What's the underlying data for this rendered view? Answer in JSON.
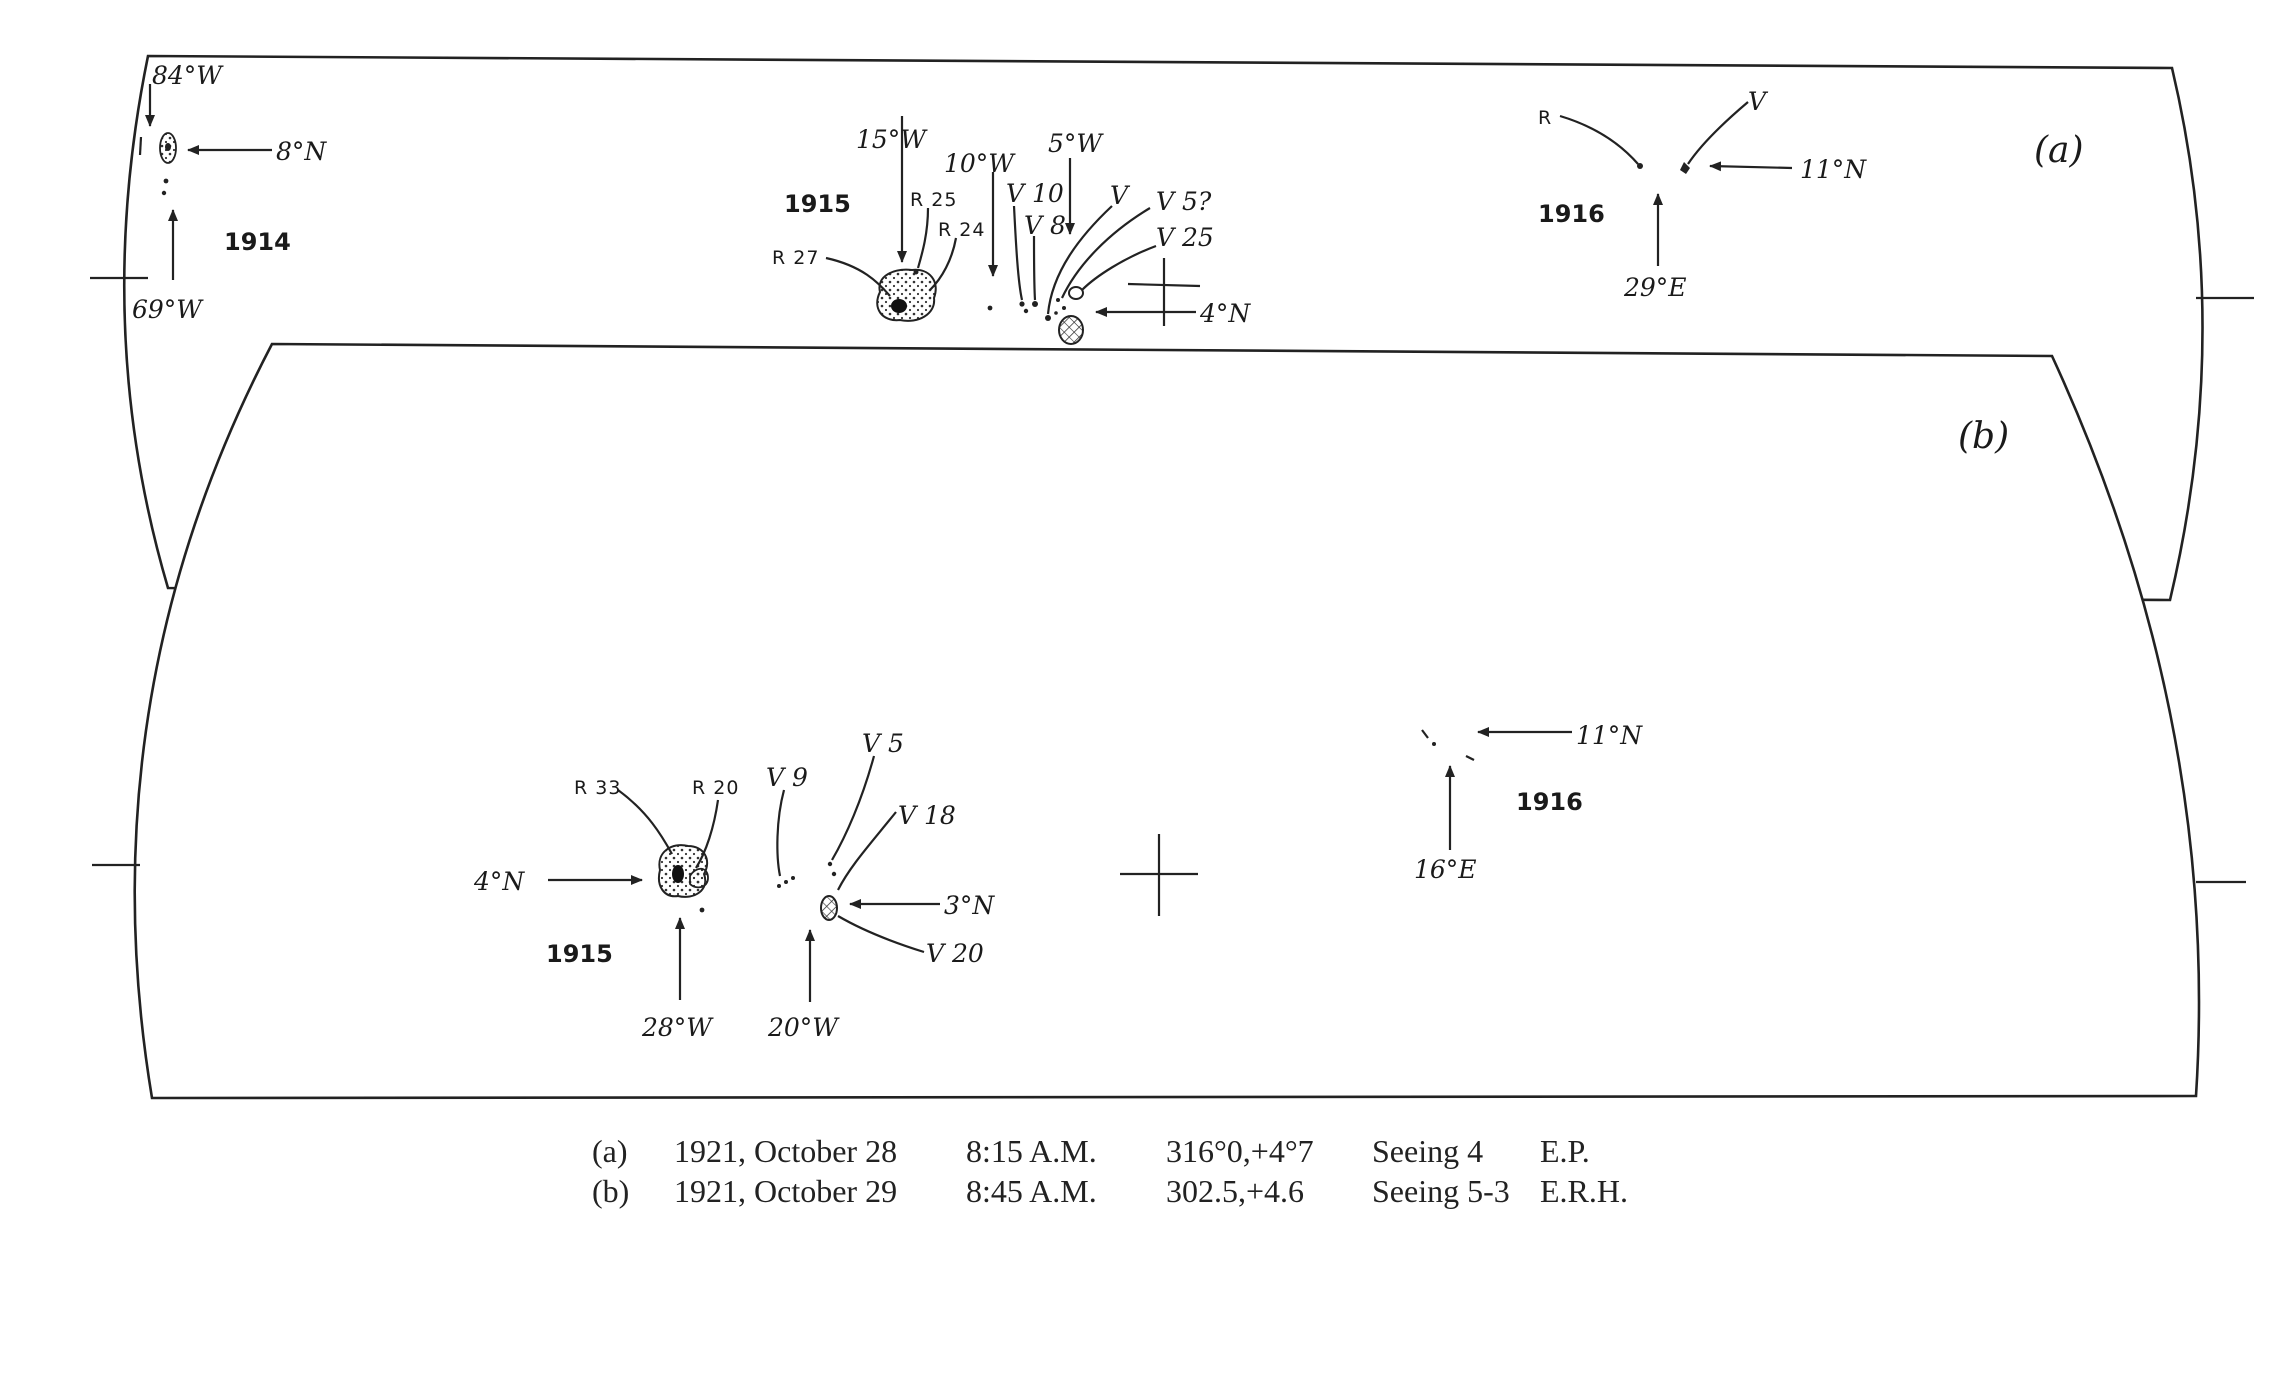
{
  "panel_a": {
    "tag": "(a)",
    "groups": {
      "g1914": {
        "year": "1914",
        "labels": {
          "top": "84°W",
          "lat": "8°N",
          "bottom": "69°W"
        }
      },
      "g1915": {
        "year": "1915",
        "arrows": [
          "15°W",
          "10°W",
          "5°W",
          "4°N"
        ],
        "spots": [
          "R 25",
          "R 24",
          "R 27",
          "V 10",
          "V 8",
          "V",
          "V 5?",
          "V 25"
        ]
      },
      "g1916": {
        "year": "1916",
        "spots": [
          "R",
          "V"
        ],
        "arrows": [
          "11°N",
          "29°E"
        ]
      }
    }
  },
  "panel_b": {
    "tag": "(b)",
    "groups": {
      "g1915": {
        "year": "1915",
        "spots": [
          "R 33",
          "R 20",
          "V 9",
          "V 5",
          "V 18",
          "V 20"
        ],
        "arrows": [
          "4°N",
          "3°N",
          "28°W",
          "20°W"
        ]
      },
      "g1916": {
        "year": "1916",
        "arrows": [
          "11°N",
          "16°E"
        ]
      }
    }
  },
  "caption": {
    "line_a": {
      "tag": "(a)",
      "date": "1921, October 28",
      "time": "8:15 A.M.",
      "pos": "316°0,+4°7",
      "seeing": "Seeing 4",
      "observer": "E.P."
    },
    "line_b": {
      "tag": "(b)",
      "date": "1921, October 29",
      "time": "8:45 A.M.",
      "pos": "302.5,+4.6",
      "seeing": "Seeing 5-3",
      "observer": "E.R.H."
    }
  }
}
